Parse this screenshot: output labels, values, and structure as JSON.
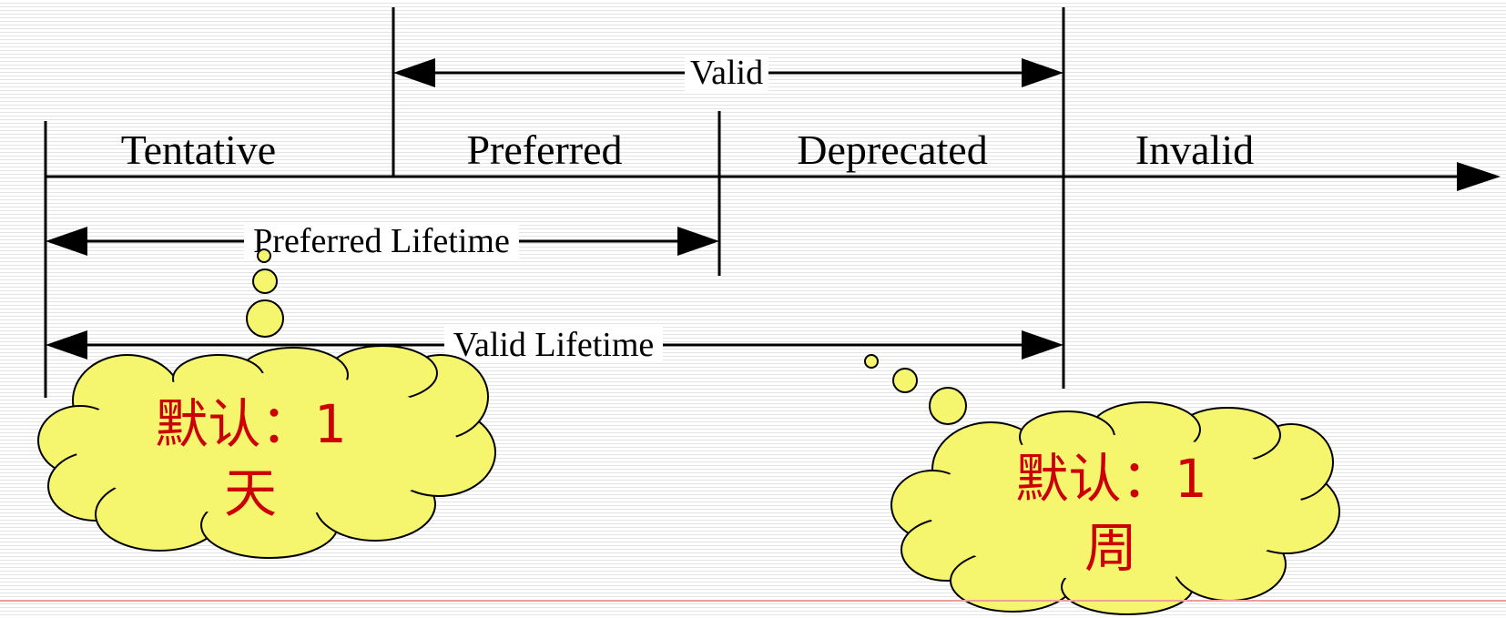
{
  "states": {
    "tentative": "Tentative",
    "preferred": "Preferred",
    "deprecated": "Deprecated",
    "invalid": "Invalid"
  },
  "spans": {
    "valid": "Valid",
    "preferred_lifetime": "Preferred Lifetime",
    "valid_lifetime": "Valid Lifetime"
  },
  "callouts": {
    "preferred_default": {
      "line1": "默认：1",
      "line2": "天"
    },
    "valid_default": {
      "line1": "默认：1",
      "line2": "周"
    }
  },
  "colors": {
    "cloud_fill": "#f5f56e",
    "cloud_text": "#cc0000",
    "lines": "#000000",
    "footer_rule": "#e8a0a0"
  }
}
